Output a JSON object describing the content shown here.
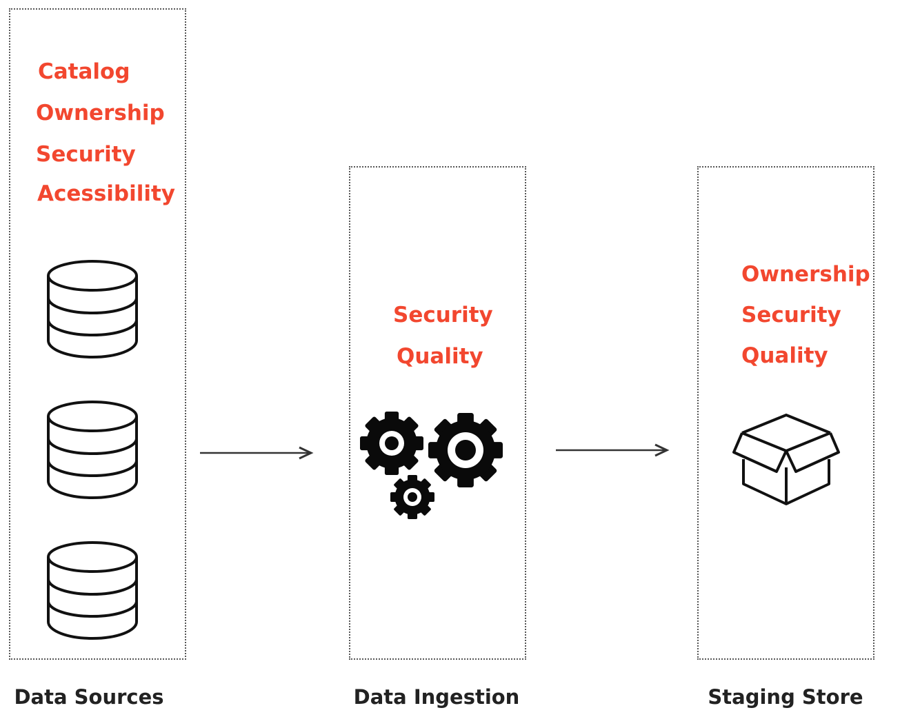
{
  "colors": {
    "accent": "#f2472f",
    "stroke": "#111111",
    "border": "#555555"
  },
  "stages": [
    {
      "id": "data-sources",
      "caption": "Data Sources",
      "tags": [
        "Catalog",
        "Ownership",
        "Security",
        "Acessibility"
      ],
      "icons": [
        "database-icon",
        "database-icon",
        "database-icon"
      ]
    },
    {
      "id": "data-ingestion",
      "caption": "Data Ingestion",
      "tags": [
        "Security",
        "Quality"
      ],
      "icons": [
        "gears-icon"
      ]
    },
    {
      "id": "staging-store",
      "caption": "Staging Store",
      "tags": [
        "Ownership",
        "Security",
        "Quality"
      ],
      "icons": [
        "open-box-icon"
      ]
    }
  ],
  "flow": [
    {
      "from": "Data Sources",
      "to": "Data Ingestion"
    },
    {
      "from": "Data Ingestion",
      "to": "Staging Store"
    }
  ]
}
